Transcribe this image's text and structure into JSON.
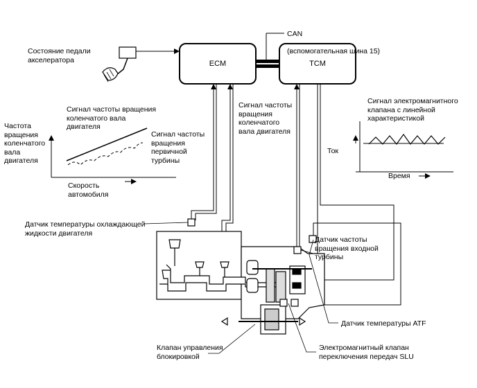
{
  "modules": {
    "ecm": "ECM",
    "tcm": "TCM"
  },
  "can": {
    "line1": "CAN",
    "line2": "(вспомогательная шина 15)"
  },
  "labels": {
    "pedal": "Состояние педали\nакселератора",
    "rpm_signal_chart_title": "Сигнал частоты вращения\nколенчатого вала\nдвигателя",
    "turbine_signal": "Сигнал частоты\nвращения\nпервичной\nтурбины",
    "crank_speed_axis": "Частота\nвращения\nколенчатого\nвала\nдвигателя",
    "vehicle_speed_axis": "Скорость\nавтомобиля",
    "crank_signal_to_ecm": "Сигнал частоты\nвращения\nколенчатого\nвала двигателя",
    "current": "Ток",
    "solenoid_signal": "Сигнал электромагнитного\nклапана с линейной\nхарактеристикой",
    "time": "Время",
    "coolant_sensor": "Датчик температуры охлаждающей\nжидкости двигателя",
    "input_turbine_sensor": "Датчик частоты\nвращения входной\nтурбины",
    "atf_sensor": "Датчик температуры ATF",
    "lockup_valve": "Клапан управления\nблокировкой",
    "slu_solenoid": "Электромагнитный клапан\nпереключения передач SLU"
  }
}
